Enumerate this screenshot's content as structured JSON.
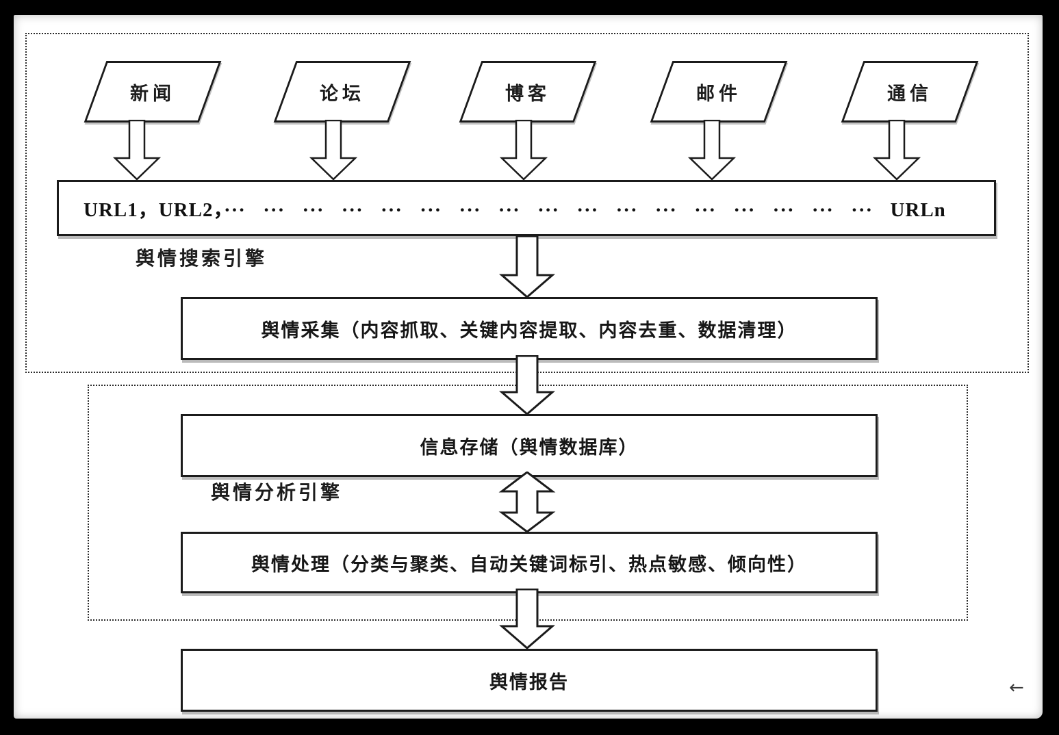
{
  "diagram": {
    "sources": [
      {
        "label": "新闻"
      },
      {
        "label": "论坛"
      },
      {
        "label": "博客"
      },
      {
        "label": "邮件"
      },
      {
        "label": "通信"
      }
    ],
    "url_bar_text": "URL1，URL2，··· ··· ··· ··· ··· ··· ··· ··· ··· ··· ··· ··· ··· ··· ··· ··· ··· URLn",
    "labels": {
      "search_engine": "舆情搜索引擎",
      "analysis_engine": "舆情分析引擎"
    },
    "boxes": {
      "collection": "舆情采集（内容抓取、关键内容提取、内容去重、数据清理）",
      "storage": "信息存储（舆情数据库）",
      "processing": "舆情处理（分类与聚类、自动关键词标引、热点敏感、倾向性）",
      "report": "舆情报告"
    },
    "colors": {
      "line": "#1b1b1b",
      "background": "#ffffff",
      "frame": "#000000",
      "dashed_border": "#2a2a2a"
    },
    "icons": {
      "scroll_left_arrow": "←"
    }
  }
}
